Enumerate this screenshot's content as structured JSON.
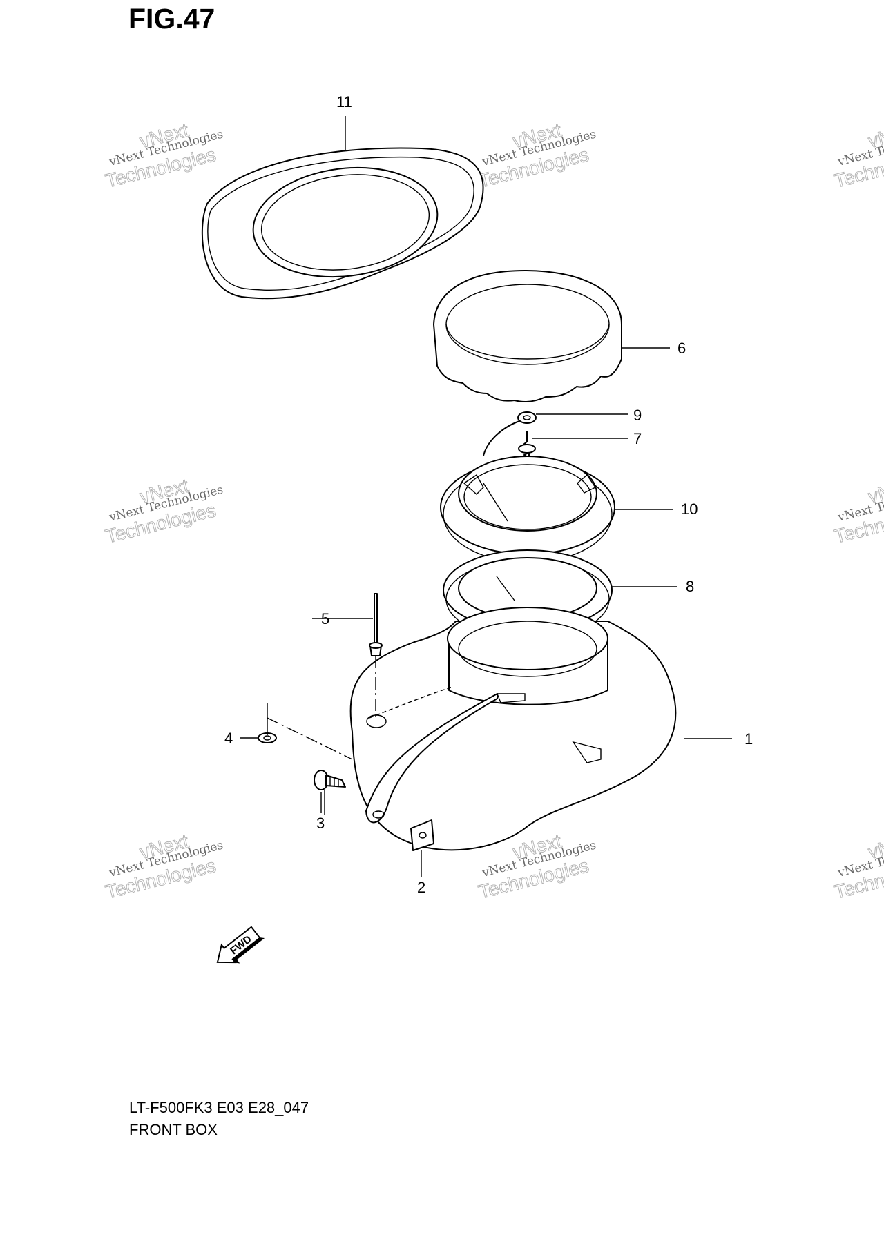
{
  "figure": {
    "title": "FIG.47"
  },
  "footer": {
    "model_code": "LT-F500FK3 E03 E28_047",
    "section_name": "FRONT BOX"
  },
  "callouts": [
    {
      "number": "1",
      "part": "front-box"
    },
    {
      "number": "2",
      "part": "nut-clip"
    },
    {
      "number": "3",
      "part": "screw"
    },
    {
      "number": "4",
      "part": "washer"
    },
    {
      "number": "5",
      "part": "rivet"
    },
    {
      "number": "6",
      "part": "cap"
    },
    {
      "number": "7",
      "part": "pin"
    },
    {
      "number": "8",
      "part": "gasket-ring"
    },
    {
      "number": "9",
      "part": "cord-eyelet"
    },
    {
      "number": "10",
      "part": "collar-ring"
    },
    {
      "number": "11",
      "part": "seal"
    }
  ],
  "fwd_marker": {
    "label": "FWD"
  },
  "watermark": {
    "line1": "vNext",
    "line2": "vNext Technologies",
    "line3": "Technologies"
  }
}
